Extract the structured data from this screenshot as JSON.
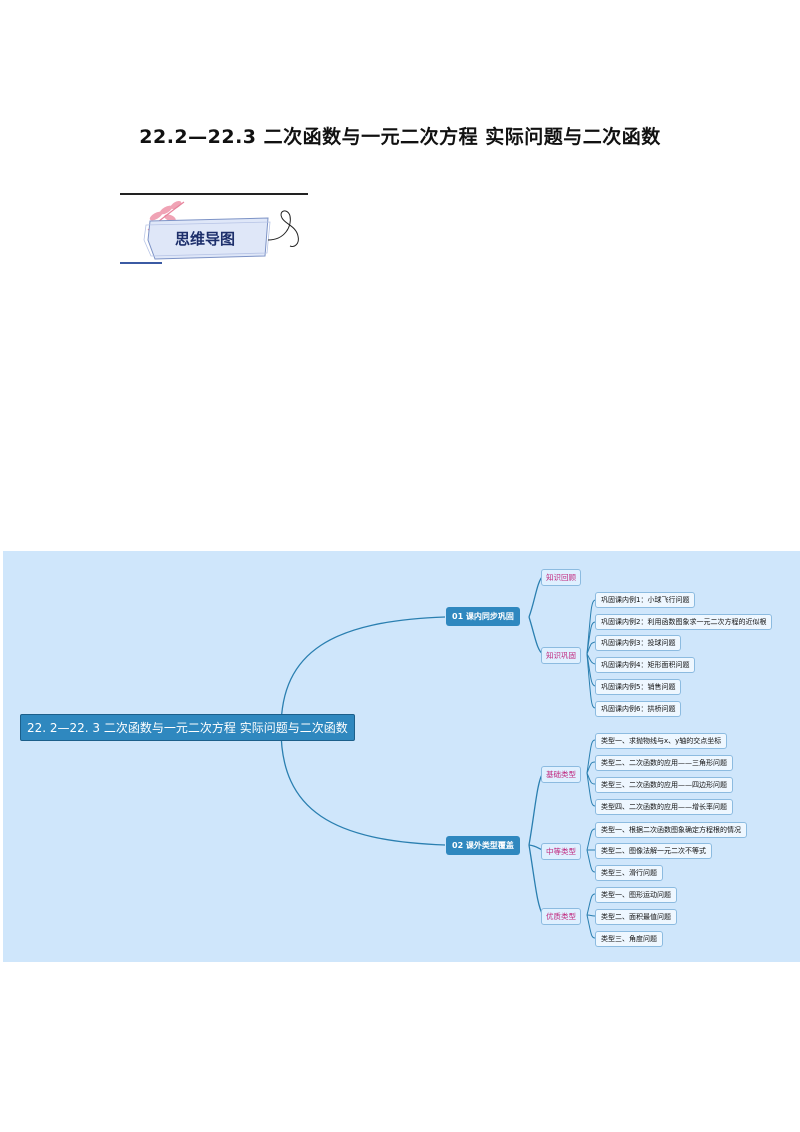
{
  "document": {
    "title": "22.2—22.3  二次函数与一元二次方程  实际问题与二次函数",
    "section_badge": "思维导图"
  },
  "mindmap": {
    "root": "22. 2—22. 3  二次函数与一元二次方程  实际问题与二次函数",
    "branch1": {
      "label": "01  课内同步巩固",
      "cat_knowledge_review": "知识回顾",
      "cat_knowledge_consolidate": "知识巩固",
      "items": [
        "巩固课内例1：小球飞行问题",
        "巩固课内例2：利用函数图象求一元二次方程的近似根",
        "巩固课内例3：投球问题",
        "巩固课内例4：矩形面积问题",
        "巩固课内例5：销售问题",
        "巩固课内例6：拱桥问题"
      ]
    },
    "branch2": {
      "label": "02  课外类型覆盖",
      "cat_basic": "基础类型",
      "basic_items": [
        "类型一、求抛物线与x、y轴的交点坐标",
        "类型二、二次函数的应用——三角形问题",
        "类型三、二次函数的应用——四边形问题",
        "类型四、二次函数的应用——增长率问题"
      ],
      "cat_medium": "中等类型",
      "medium_items": [
        "类型一、根据二次函数图象确定方程根的情况",
        "类型二、图像法解一元二次不等式",
        "类型三、滑行问题"
      ],
      "cat_excellent": "优质类型",
      "excellent_items": [
        "类型一、图形运动问题",
        "类型二、面积最值问题",
        "类型三、角度问题"
      ]
    }
  },
  "colors": {
    "mindmap_bg": "#cfe6fb",
    "node_blue": "#2f88bf",
    "category_text": "#c0267d",
    "connector": "#2a7fb0"
  }
}
